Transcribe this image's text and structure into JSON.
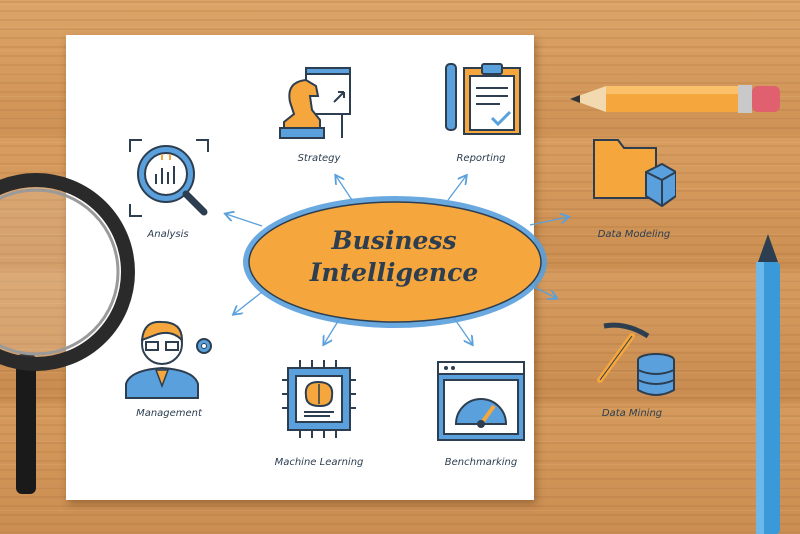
{
  "diagram": {
    "center": {
      "line1": "Business",
      "line2": "Intelligence",
      "fill": "#f5a63c"
    },
    "nodes": [
      {
        "key": "strategy",
        "label": "Strategy",
        "icon": "chess-knight-board-icon"
      },
      {
        "key": "reporting",
        "label": "Reporting",
        "icon": "clipboard-report-icon"
      },
      {
        "key": "data_modeling",
        "label": "Data Modeling",
        "icon": "folder-cube-icon"
      },
      {
        "key": "analysis",
        "label": "Analysis",
        "icon": "magnifier-chart-icon"
      },
      {
        "key": "data_mining",
        "label": "Data Mining",
        "icon": "pickaxe-database-icon"
      },
      {
        "key": "management",
        "label": "Management",
        "icon": "manager-gear-icon"
      },
      {
        "key": "machine_learning",
        "label": "Machine Learning",
        "icon": "chip-brain-icon"
      },
      {
        "key": "benchmarking",
        "label": "Benchmarking",
        "icon": "browser-gauge-icon"
      }
    ],
    "colors": {
      "outline": "#2c3e50",
      "blue": "#5aa0dc",
      "orange": "#f5a63c",
      "arrow": "#5aa0dc"
    }
  }
}
